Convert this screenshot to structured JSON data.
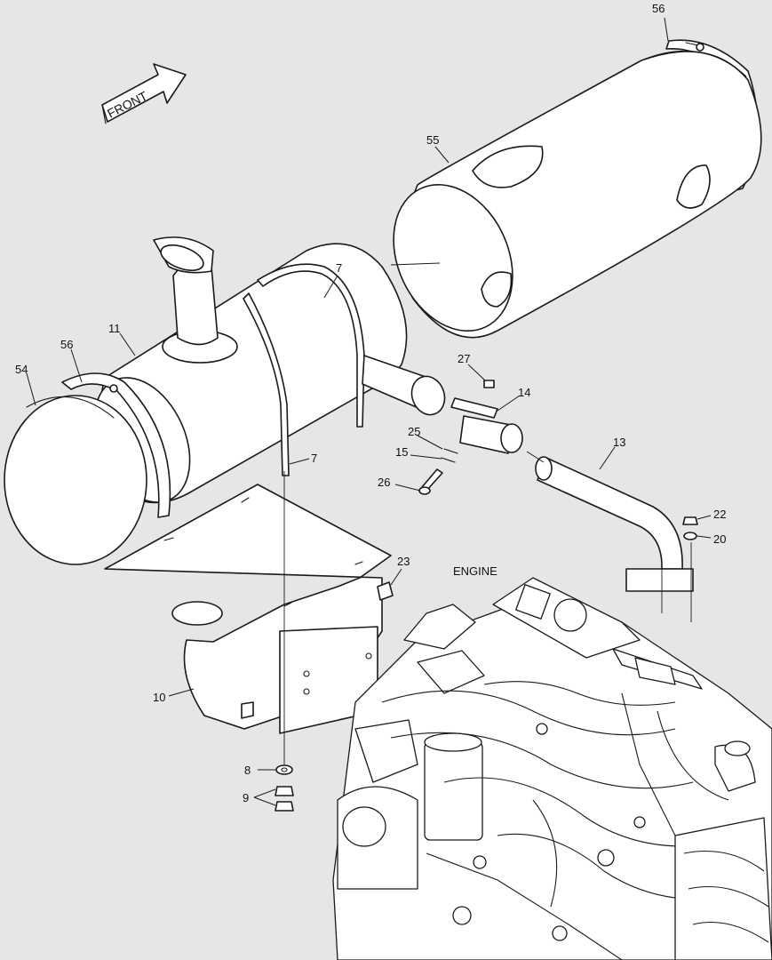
{
  "diagram": {
    "front_label": "FRONT",
    "engine_label": "ENGINE",
    "callouts": [
      "56",
      "55",
      "7",
      "11",
      "56",
      "54",
      "27",
      "14",
      "25",
      "15",
      "26",
      "13",
      "7",
      "22",
      "20",
      "23",
      "10",
      "8",
      "9"
    ]
  }
}
